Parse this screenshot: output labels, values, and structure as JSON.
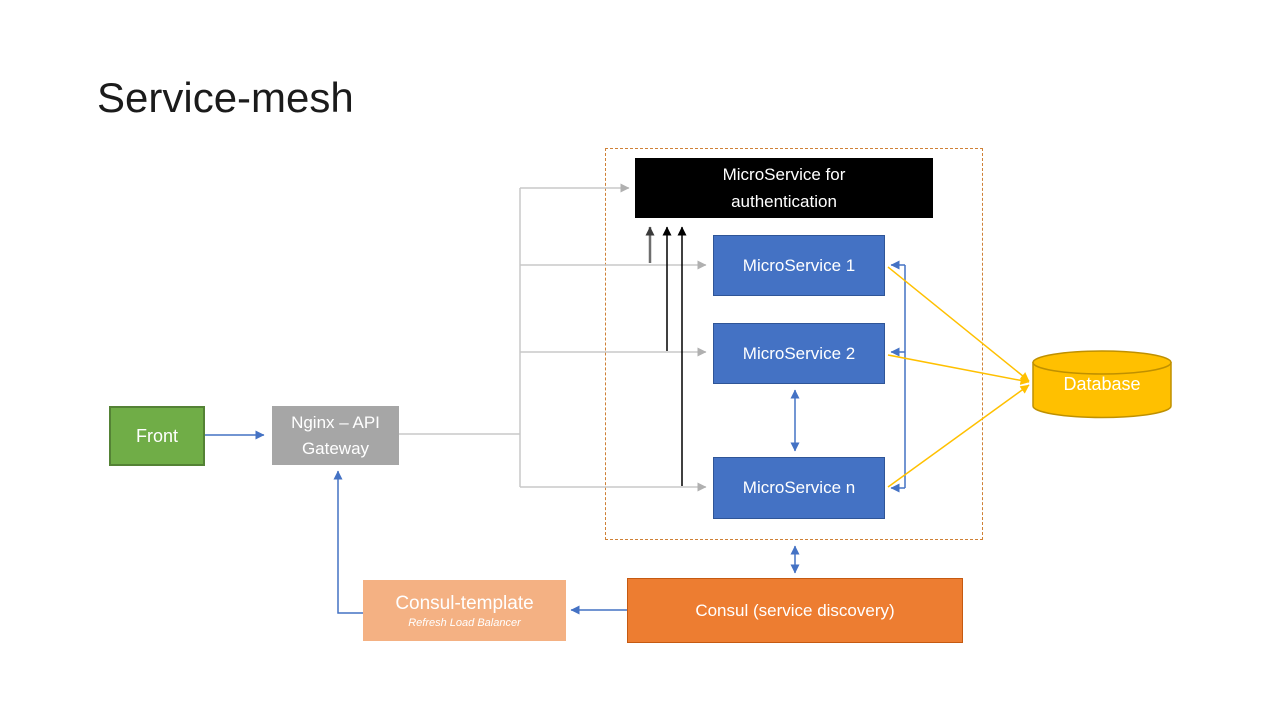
{
  "slide": {
    "title": "Service-mesh"
  },
  "nodes": {
    "auth": {
      "label": "MicroService for authentication"
    },
    "ms1": {
      "label": "MicroService 1"
    },
    "ms2": {
      "label": "MicroService 2"
    },
    "msn": {
      "label": "MicroService n"
    },
    "front": {
      "label": "Front"
    },
    "gateway": {
      "label": "Nginx – API Gateway"
    },
    "consul": {
      "label": "Consul (service discovery)"
    },
    "consul_template": {
      "label": "Consul-template",
      "sublabel": "Refresh Load Balancer"
    },
    "database": {
      "label": "Database"
    }
  },
  "edges": [
    {
      "from": "front",
      "to": "gateway",
      "color": "blue",
      "arrow": "end"
    },
    {
      "from": "gateway",
      "to": "auth",
      "color": "gray",
      "arrow": "end"
    },
    {
      "from": "gateway",
      "to": "ms1",
      "color": "gray",
      "arrow": "end"
    },
    {
      "from": "gateway",
      "to": "ms2",
      "color": "gray",
      "arrow": "end"
    },
    {
      "from": "gateway",
      "to": "msn",
      "color": "gray",
      "arrow": "end"
    },
    {
      "from": "ms1",
      "to": "auth",
      "color": "dark-gray",
      "arrow": "end"
    },
    {
      "from": "ms2",
      "to": "auth",
      "color": "black",
      "arrow": "end"
    },
    {
      "from": "msn",
      "to": "auth",
      "color": "black",
      "arrow": "end"
    },
    {
      "from": "ms2",
      "to": "msn",
      "color": "blue",
      "arrow": "both"
    },
    {
      "from": "mesh-right-rail",
      "to": "ms1",
      "color": "blue",
      "arrow": "end"
    },
    {
      "from": "mesh-right-rail",
      "to": "ms2",
      "color": "blue",
      "arrow": "end"
    },
    {
      "from": "mesh-right-rail",
      "to": "msn",
      "color": "blue",
      "arrow": "end"
    },
    {
      "from": "ms1",
      "to": "database",
      "color": "yellow",
      "arrow": "end"
    },
    {
      "from": "ms2",
      "to": "database",
      "color": "yellow",
      "arrow": "end"
    },
    {
      "from": "msn",
      "to": "database",
      "color": "yellow",
      "arrow": "end"
    },
    {
      "from": "services-region",
      "to": "consul",
      "color": "blue",
      "arrow": "both"
    },
    {
      "from": "consul",
      "to": "consul_template",
      "color": "blue",
      "arrow": "end"
    },
    {
      "from": "consul_template",
      "to": "gateway",
      "color": "blue",
      "arrow": "end"
    }
  ],
  "colors": {
    "ms_blue": "#4472c4",
    "ms_blue_border": "#2f5597",
    "auth_black": "#000000",
    "front_green": "#70ad47",
    "front_green_border": "#548235",
    "gateway_gray": "#a6a6a6",
    "consul_orange": "#ed7d31",
    "consul_orange_border": "#c55a11",
    "consul_template_light_orange": "#f4b183",
    "database_yellow": "#ffc000",
    "database_yellow_border": "#bf9000",
    "dashed_region_border": "#cf8136",
    "connector_gray": "#c8c8c8",
    "connector_blue": "#4472c4",
    "connector_yellow": "#ffc000",
    "connector_black": "#000000"
  }
}
